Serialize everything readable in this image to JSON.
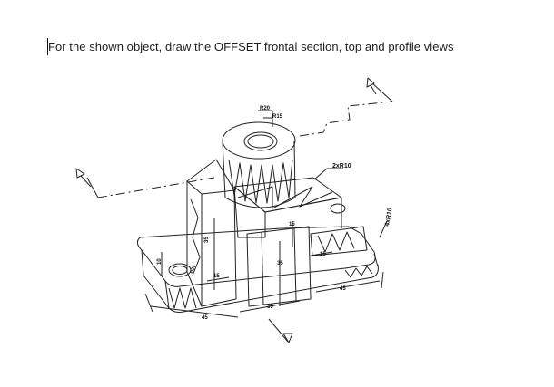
{
  "document": {
    "instruction": "For the shown object, draw the OFFSET frontal section, top and profile views"
  },
  "drawing": {
    "dimensions": {
      "r20": "R20",
      "r15": "R15",
      "two_r10": "2xR10",
      "four_r10": "4xR10",
      "d35_left": "35",
      "d15_upper": "15",
      "d35_center": "35",
      "d15_right": "15",
      "d10_left": "10",
      "d15_lower_left": "15",
      "d45_bottom": "45",
      "d35_bottom": "35",
      "d45_right": "45",
      "dia20": "Ø20"
    }
  }
}
